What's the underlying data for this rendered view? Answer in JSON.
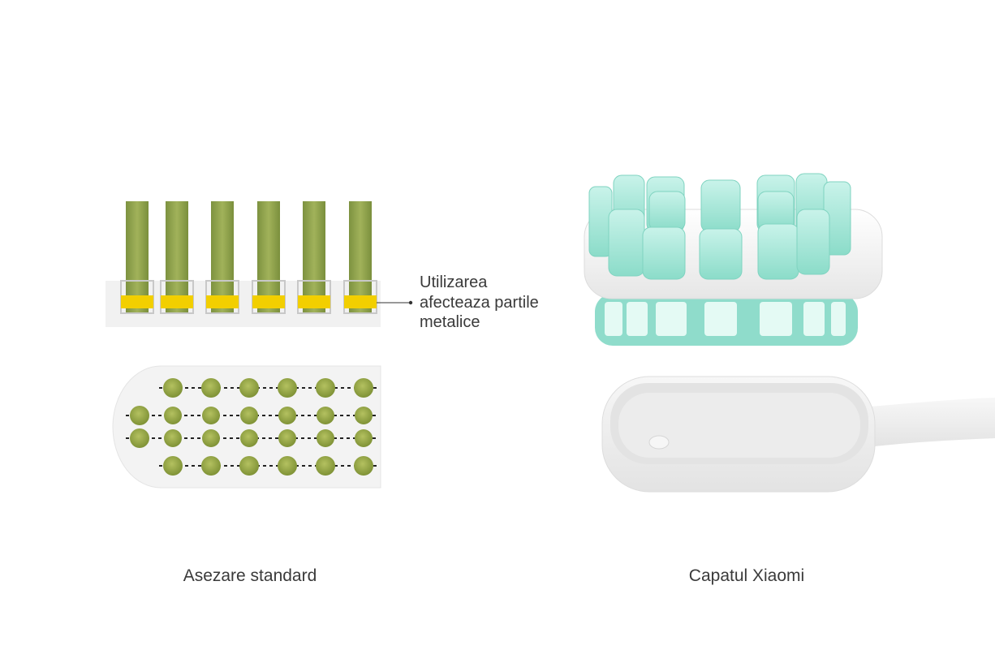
{
  "callout": {
    "lines": [
      "Utilizarea",
      "afecteaza partile",
      "metalice"
    ]
  },
  "captions": {
    "left": "Asezare standard",
    "right": "Capatul Xiaomi"
  },
  "colors": {
    "bristle_olive": "#8ea24a",
    "clamp_yellow": "#f2cf00",
    "tuft_mint": "#9fe5d6",
    "base_mint": "#8fdccb",
    "handle_white": "#f2f2f2",
    "text": "#3a3a3a"
  },
  "icons": {
    "leader_line": "connector-line",
    "metal_clip": "metal-staple"
  }
}
